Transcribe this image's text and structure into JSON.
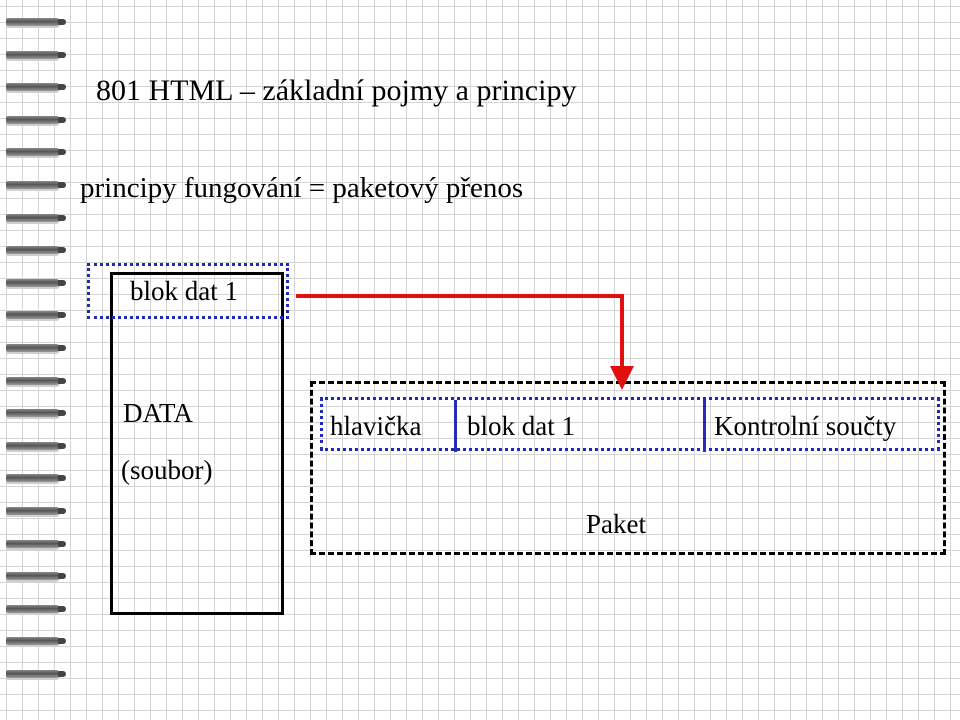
{
  "title": "801 HTML – základní pojmy a principy",
  "subtitle": "principy fungování = paketový přenos",
  "diagram": {
    "source_block": "blok dat 1",
    "data_label": "DATA",
    "data_sublabel": "(soubor)",
    "packet": {
      "header": "hlavička",
      "payload": "blok dat 1",
      "checksum": "Kontrolní součty",
      "label": "Paket"
    },
    "colors": {
      "arrow": "#e01010",
      "dotted_outline": "#1f2ab8",
      "outline": "#000000"
    }
  }
}
